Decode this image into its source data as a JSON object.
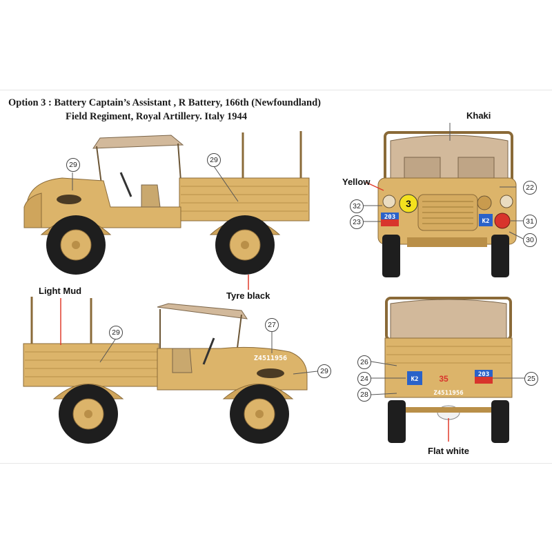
{
  "title": {
    "line1": "Option 3 : Battery Captain’s Assistant , R Battery, 166th (Newfoundland)",
    "line2": "Field Regiment, Royal Artillery. Italy 1944"
  },
  "labels": {
    "khaki": "Khaki",
    "yellow": "Yellow",
    "tyre_black": "Tyre black",
    "light_mud": "Light Mud",
    "flat_white": "Flat white"
  },
  "callouts": {
    "side1_bonnet": "29",
    "side1_bed": "29",
    "front_22": "22",
    "front_32": "32",
    "front_23": "23",
    "front_31": "31",
    "front_30": "30",
    "side2_bed": "29",
    "side2_27": "27",
    "side2_bonnet": "29",
    "rear_26": "26",
    "rear_24": "24",
    "rear_28": "28",
    "rear_25": "25"
  },
  "markings": {
    "registration": "Z4511956",
    "unit_code": "K2",
    "formation_number": "203",
    "bridge_disc": "3",
    "rear_sign": "35"
  },
  "colors": {
    "body_sand": "#dcb46a",
    "body_shadow": "#b98f48",
    "canvas_khaki": "#d2b99b",
    "tyre": "#1e1e1e",
    "yellow_disc": "#f4e11e",
    "plate_blue": "#2a62c9",
    "plate_red": "#d8342c"
  }
}
